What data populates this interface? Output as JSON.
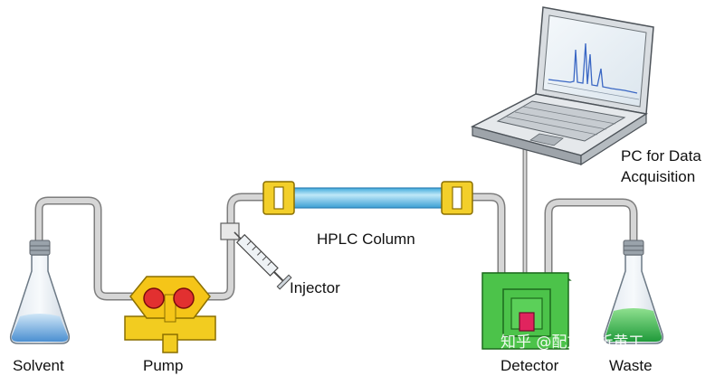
{
  "labels": {
    "solvent": "Solvent",
    "pump": "Pump",
    "injector": "Injector",
    "column": "HPLC Column",
    "detector": "Detector",
    "waste": "Waste",
    "pc_line1": "PC for Data",
    "pc_line2": "Acquisition"
  },
  "watermark": "知乎 @配方分析黄工",
  "colors": {
    "tube": "#c8c8c8",
    "column": "#6fc9ec",
    "fitting": "#f3cf2a",
    "pump_body": "#f5c518",
    "pump_head": "#e23030",
    "detector": "#4cc34a",
    "detector_cell": "#e0245e",
    "solvent_liquid": "#8ec2ea",
    "waste_liquid": "#37b24d"
  }
}
